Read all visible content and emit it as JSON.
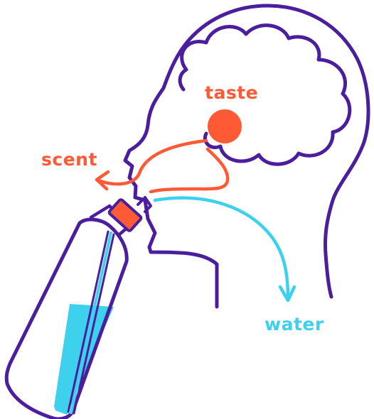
{
  "labels": {
    "taste": "taste",
    "scent": "scent",
    "water": "water"
  },
  "colors": {
    "outline": "#4B1E9E",
    "taste": "#FF5A36",
    "scent": "#FF5A36",
    "water": "#3ED1EE",
    "cap": "#FF5A36",
    "background": "#FFFFFF"
  },
  "icons": {
    "head": "head-profile-icon",
    "brain": "brain-cloud-icon",
    "bottle": "water-bottle-icon"
  }
}
